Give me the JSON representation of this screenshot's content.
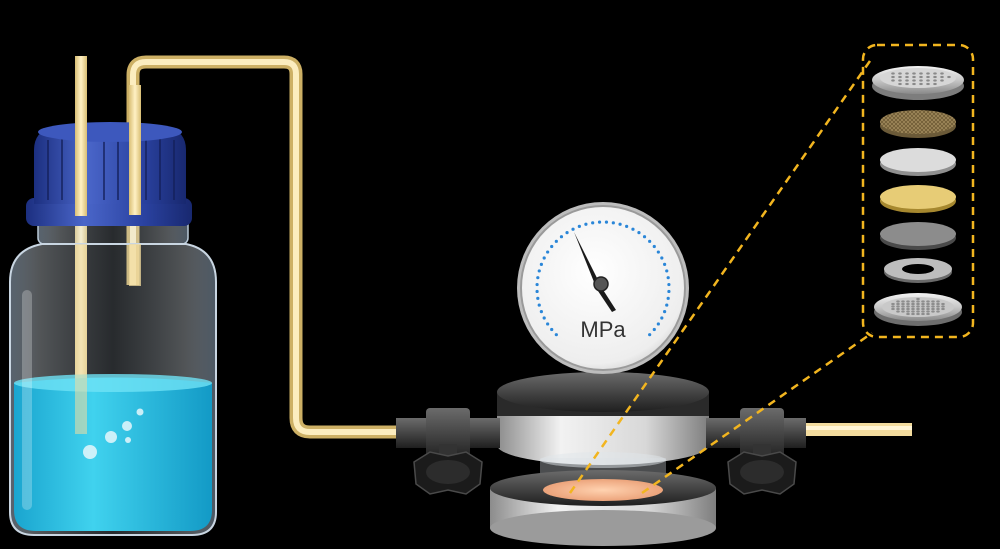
{
  "gauge": {
    "unit_label": "MPa"
  },
  "colors": {
    "background": "#000000",
    "tube": "#f3dc9e",
    "cap": "#2f49a8",
    "liquid": "#33c9e8",
    "gauge_ticks": "#2a86d8",
    "callout_dash": "#f2b51f",
    "membrane": "#f4b48c"
  },
  "icons": {
    "bottle": "glass-bottle-icon",
    "gauge": "pressure-gauge-icon",
    "valve": "valve-icon",
    "filter_cell": "filter-cell-icon"
  },
  "layers": [
    {
      "name": "perforated-top-plate-layer"
    },
    {
      "name": "mesh-layer"
    },
    {
      "name": "light-gray-disc-layer"
    },
    {
      "name": "gold-membrane-layer"
    },
    {
      "name": "dark-gray-disc-layer"
    },
    {
      "name": "o-ring-layer"
    },
    {
      "name": "perforated-bottom-plate-layer"
    }
  ]
}
